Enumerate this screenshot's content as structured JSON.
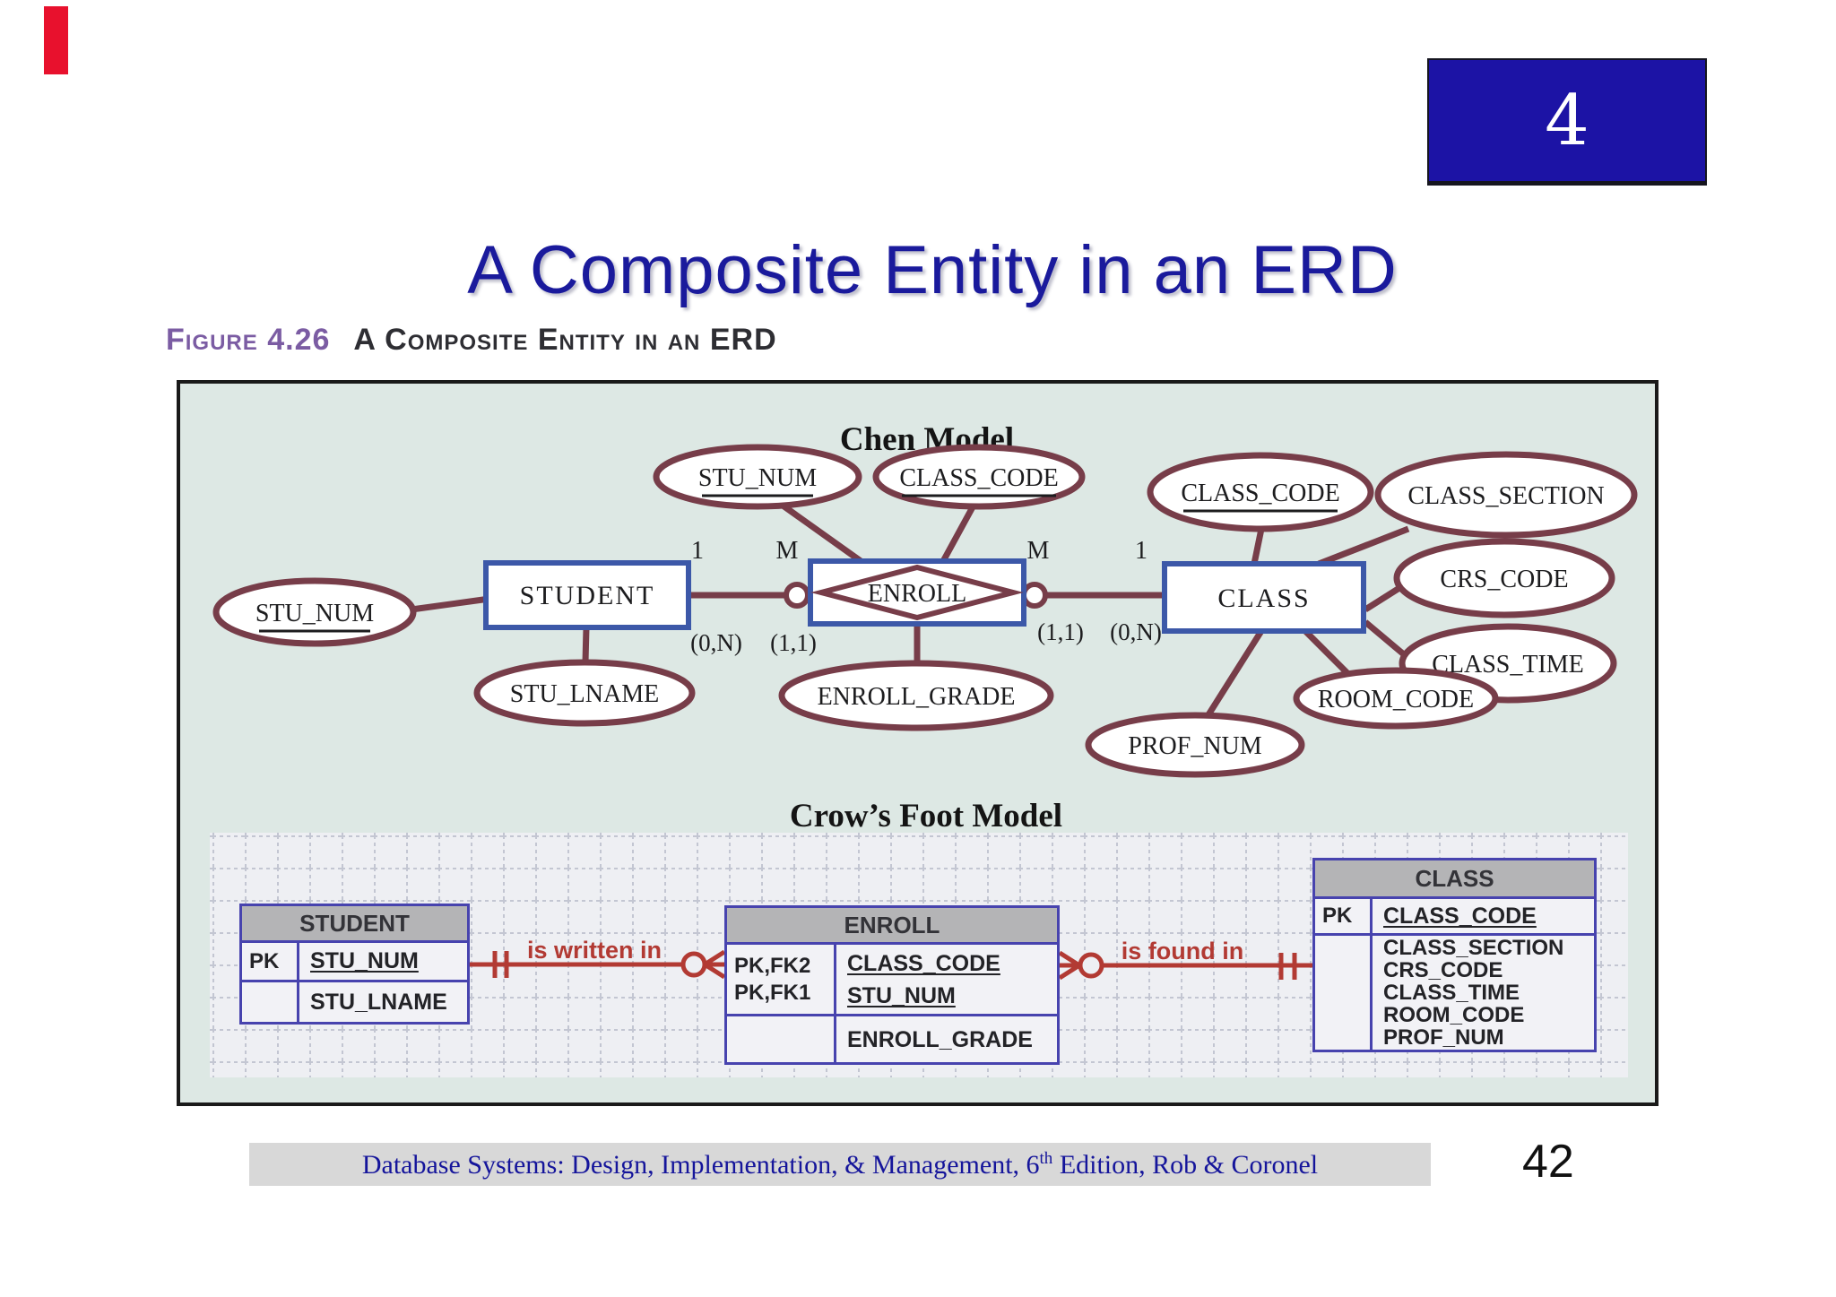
{
  "slide": {
    "chapter_badge": "4",
    "title": "A Composite Entity in an ERD",
    "figure_label": "Figure 4.26",
    "figure_title": "A Composite Entity in an ERD",
    "footer_text_pre": "Database Systems: Design, Implementation, & Management, 6",
    "footer_sup": "th",
    "footer_text_post": " Edition, Rob & Coronel",
    "page_number": "42"
  },
  "diagram": {
    "chen": {
      "heading": "Chen Model",
      "entities": [
        {
          "label": "STUDENT"
        },
        {
          "label": "CLASS"
        }
      ],
      "relationship": {
        "label": "ENROLL"
      },
      "attributes": [
        {
          "label": "STU_NUM",
          "underlined": true
        },
        {
          "label": "STU_LNAME",
          "underlined": false
        },
        {
          "label": "STU_NUM",
          "underlined": true
        },
        {
          "label": "CLASS_CODE",
          "underlined": true
        },
        {
          "label": "ENROLL_GRADE",
          "underlined": false
        },
        {
          "label": "CLASS_CODE",
          "underlined": true
        },
        {
          "label": "CLASS_SECTION",
          "underlined": false
        },
        {
          "label": "CRS_CODE",
          "underlined": false
        },
        {
          "label": "CLASS_TIME",
          "underlined": false
        },
        {
          "label": "ROOM_CODE",
          "underlined": false
        },
        {
          "label": "PROF_NUM",
          "underlined": false
        }
      ],
      "connectivity_labels": [
        "1",
        "M",
        "M",
        "1"
      ],
      "participation_labels": [
        "(0,N)",
        "(1,1)",
        "(1,1)",
        "(0,N)"
      ]
    },
    "crow": {
      "heading": "Crow’s Foot Model",
      "relationships": [
        {
          "label": "is written in"
        },
        {
          "label": "is found in"
        }
      ],
      "tables": [
        {
          "name": "STUDENT",
          "rows": [
            {
              "key": "PK",
              "attrs": [
                "STU_NUM"
              ]
            },
            {
              "key": "",
              "attrs": [
                "STU_LNAME"
              ]
            }
          ]
        },
        {
          "name": "ENROLL",
          "rows": [
            {
              "keys": [
                "PK,FK2",
                "PK,FK1"
              ],
              "attrs": [
                "CLASS_CODE",
                "STU_NUM"
              ]
            },
            {
              "key": "",
              "attrs": [
                "ENROLL_GRADE"
              ]
            }
          ]
        },
        {
          "name": "CLASS",
          "rows": [
            {
              "key": "PK",
              "attrs": [
                "CLASS_CODE"
              ]
            },
            {
              "key": "",
              "attrs": [
                "CLASS_SECTION",
                "CRS_CODE",
                "CLASS_TIME",
                "ROOM_CODE",
                "PROF_NUM"
              ]
            }
          ]
        }
      ]
    }
  },
  "colors": {
    "red_bar": "#e8112d",
    "chapter_box": "#1c13a5",
    "title_text": "#1a1a9c",
    "figure_label": "#7b5ca3",
    "diagram_background": "#dde8e4",
    "chen_line": "#773d49",
    "entity_border": "#3c58a8",
    "crow_table_border": "#4743ae",
    "crow_table_header": "#b4b4b6",
    "crow_relationship_line": "#b23a33",
    "footer_bar": "#d8d8d8",
    "footer_text": "#15159b"
  }
}
